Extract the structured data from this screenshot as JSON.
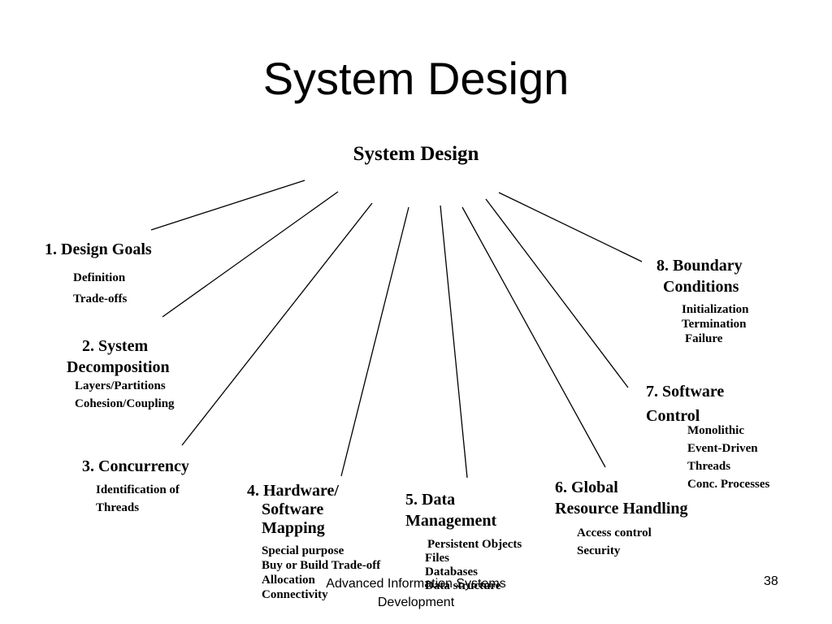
{
  "slide": {
    "title": "System Design",
    "footer_line1": "Advanced  Information Systems",
    "footer_line2": "Development",
    "page_number": "38"
  },
  "diagram": {
    "root": "System Design",
    "nodes": [
      {
        "id": "design-goals",
        "title_lines": [
          "1. Design Goals"
        ],
        "items": [
          "Definition",
          "Trade-offs"
        ]
      },
      {
        "id": "system-decomposition",
        "title_lines": [
          "2. System",
          "Decomposition"
        ],
        "items": [
          "Layers/Partitions",
          "Cohesion/Coupling"
        ]
      },
      {
        "id": "concurrency",
        "title_lines": [
          "3. Concurrency"
        ],
        "items": [
          "Identification of",
          "Threads"
        ]
      },
      {
        "id": "hardware-software-mapping",
        "title_lines": [
          "4. Hardware/",
          "Software",
          "Mapping"
        ],
        "items": [
          "Special purpose",
          "Buy or Build Trade-off",
          "Allocation",
          "Connectivity"
        ]
      },
      {
        "id": "data-management",
        "title_lines": [
          "5. Data",
          "Management"
        ],
        "items": [
          "Persistent Objects",
          "Files",
          "Databases",
          "Data structure"
        ]
      },
      {
        "id": "global-resource-handling",
        "title_lines": [
          "6. Global",
          "Resource Handling"
        ],
        "items": [
          "Access control",
          "Security"
        ]
      },
      {
        "id": "software-control",
        "title_lines": [
          "7. Software",
          "Control"
        ],
        "items": [
          "Monolithic",
          "Event-Driven",
          "Threads",
          "Conc. Processes"
        ]
      },
      {
        "id": "boundary-conditions",
        "title_lines": [
          "8. Boundary",
          "Conditions"
        ],
        "items": [
          "Initialization",
          "Termination",
          "Failure"
        ]
      }
    ]
  }
}
